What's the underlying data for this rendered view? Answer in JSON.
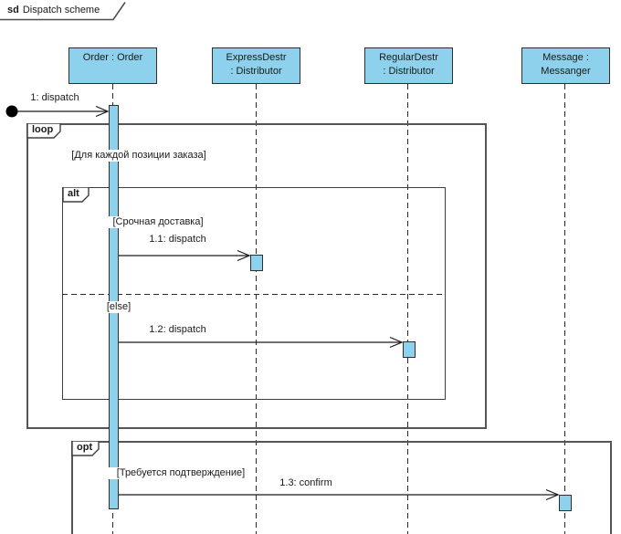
{
  "title": {
    "keyword": "sd",
    "name": "Dispatch scheme"
  },
  "lifelines": [
    {
      "id": "order",
      "lines": [
        "Order : Order"
      ]
    },
    {
      "id": "express-destr",
      "lines": [
        "ExpressDestr",
        ": Distributor"
      ]
    },
    {
      "id": "regular-destr",
      "lines": [
        "RegularDestr",
        ": Distributor"
      ]
    },
    {
      "id": "message",
      "lines": [
        "Message :",
        "Messanger"
      ]
    }
  ],
  "fragments": {
    "loop": {
      "operator": "loop",
      "guard": "[Для каждой позиции заказа]"
    },
    "alt": {
      "operator": "alt",
      "guard_top": "[Срочная доставка]",
      "guard_bottom": "[else]"
    },
    "opt": {
      "operator": "opt",
      "guard": "[Требуется подтверждение]"
    }
  },
  "messages": [
    {
      "label": "1: dispatch",
      "from": "found",
      "to": "Order : Order"
    },
    {
      "label": "1.1: dispatch",
      "from": "Order : Order",
      "to": "ExpressDestr : Distributor"
    },
    {
      "label": "1.2: dispatch",
      "from": "Order : Order",
      "to": "RegularDestr : Distributor"
    },
    {
      "label": "1.3: confirm",
      "from": "Order : Order",
      "to": "Message : Messanger"
    }
  ],
  "colors": {
    "shape_fill": "#8dd1ec",
    "shape_border": "#2f2f2f",
    "frame_border": "#555555",
    "line": "#1a1a1a",
    "background": "#ffffff"
  }
}
